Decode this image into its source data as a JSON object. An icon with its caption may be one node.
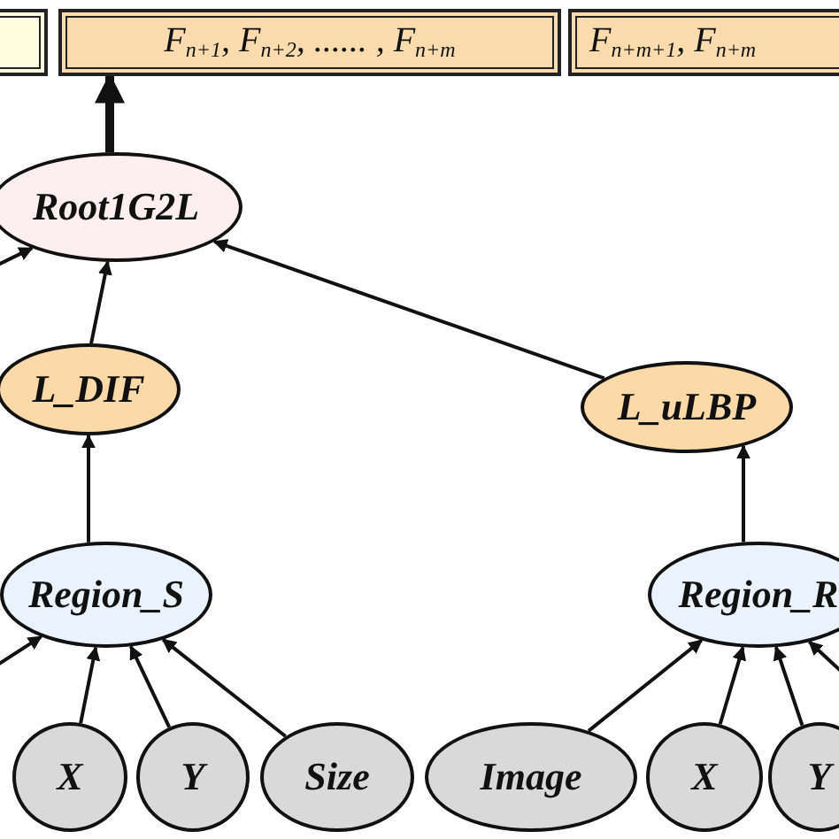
{
  "diagram": {
    "nodes": [
      {
        "text": [],
        "shape": "box"
      },
      {
        "text": [
          "F$_{n+1}$, F$_{n+2}$, ...... , F$_{n+m}$"
        ]
      },
      {
        "text": [
          "F$_{n+m+1}$, F$_{n+m}$"
        ]
      },
      {
        "text": [
          "Root1G2L"
        ]
      },
      {
        "text": [
          "L_DIF"
        ]
      },
      {
        "text": [
          "L_uLBP"
        ]
      },
      {
        "text": [
          "Region_S"
        ]
      },
      {
        "text": [
          "Region_R"
        ]
      },
      {
        "text": [
          "X"
        ]
      },
      {
        "text": [
          "Y"
        ]
      },
      {
        "text": [
          "Size"
        ]
      },
      {
        "text": [
          "Image"
        ]
      },
      {
        "text": [
          "X"
        ]
      },
      {
        "text": [
          "Y"
        ]
      }
    ],
    "edges": [
      {
        "from": 3,
        "to": 1,
        "arrow": "to",
        "style": "thick"
      },
      {
        "from": 4,
        "to": 3,
        "arrow": "to"
      },
      {
        "from": 5,
        "to": 3,
        "arrow": "to"
      },
      {
        "from": null,
        "to": 3,
        "arrow": "to"
      },
      {
        "from": 6,
        "to": 4,
        "arrow": "to"
      },
      {
        "from": 7,
        "to": 5,
        "arrow": "to"
      },
      {
        "from": null,
        "to": 6,
        "arrow": "to"
      },
      {
        "from": 8,
        "to": 6,
        "arrow": "to"
      },
      {
        "from": 9,
        "to": 6,
        "arrow": "to"
      },
      {
        "from": 10,
        "to": 6,
        "arrow": "to"
      },
      {
        "from": 11,
        "to": 7,
        "arrow": "to"
      },
      {
        "from": 12,
        "to": 7,
        "arrow": "to"
      },
      {
        "from": 13,
        "to": 7,
        "arrow": "to"
      },
      {
        "from": null,
        "to": 7,
        "arrow": "to"
      }
    ]
  }
}
